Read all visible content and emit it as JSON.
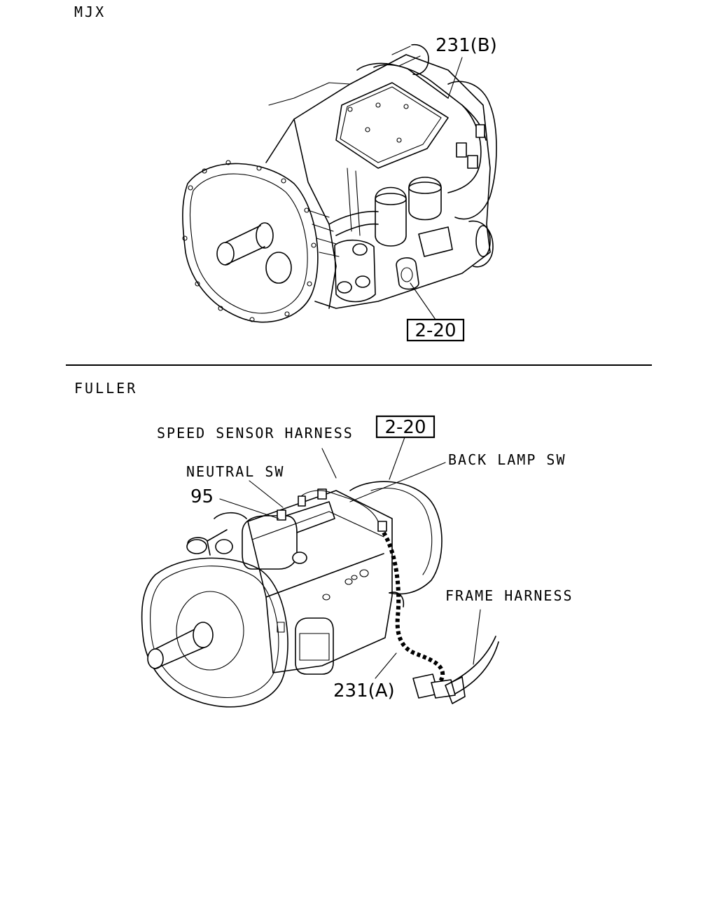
{
  "sections": {
    "mjx": {
      "title": "MJX",
      "callouts": {
        "part_231b": "231(B)",
        "ref_box": "2-20"
      }
    },
    "fuller": {
      "title": "FULLER",
      "callouts": {
        "speed_sensor_harness": "SPEED SENSOR HARNESS",
        "ref_box": "2-20",
        "back_lamp_sw": "BACK LAMP SW",
        "neutral_sw": "NEUTRAL SW",
        "part_95": "95",
        "frame_harness": "FRAME HARNESS",
        "part_231a": "231(A)"
      }
    }
  }
}
